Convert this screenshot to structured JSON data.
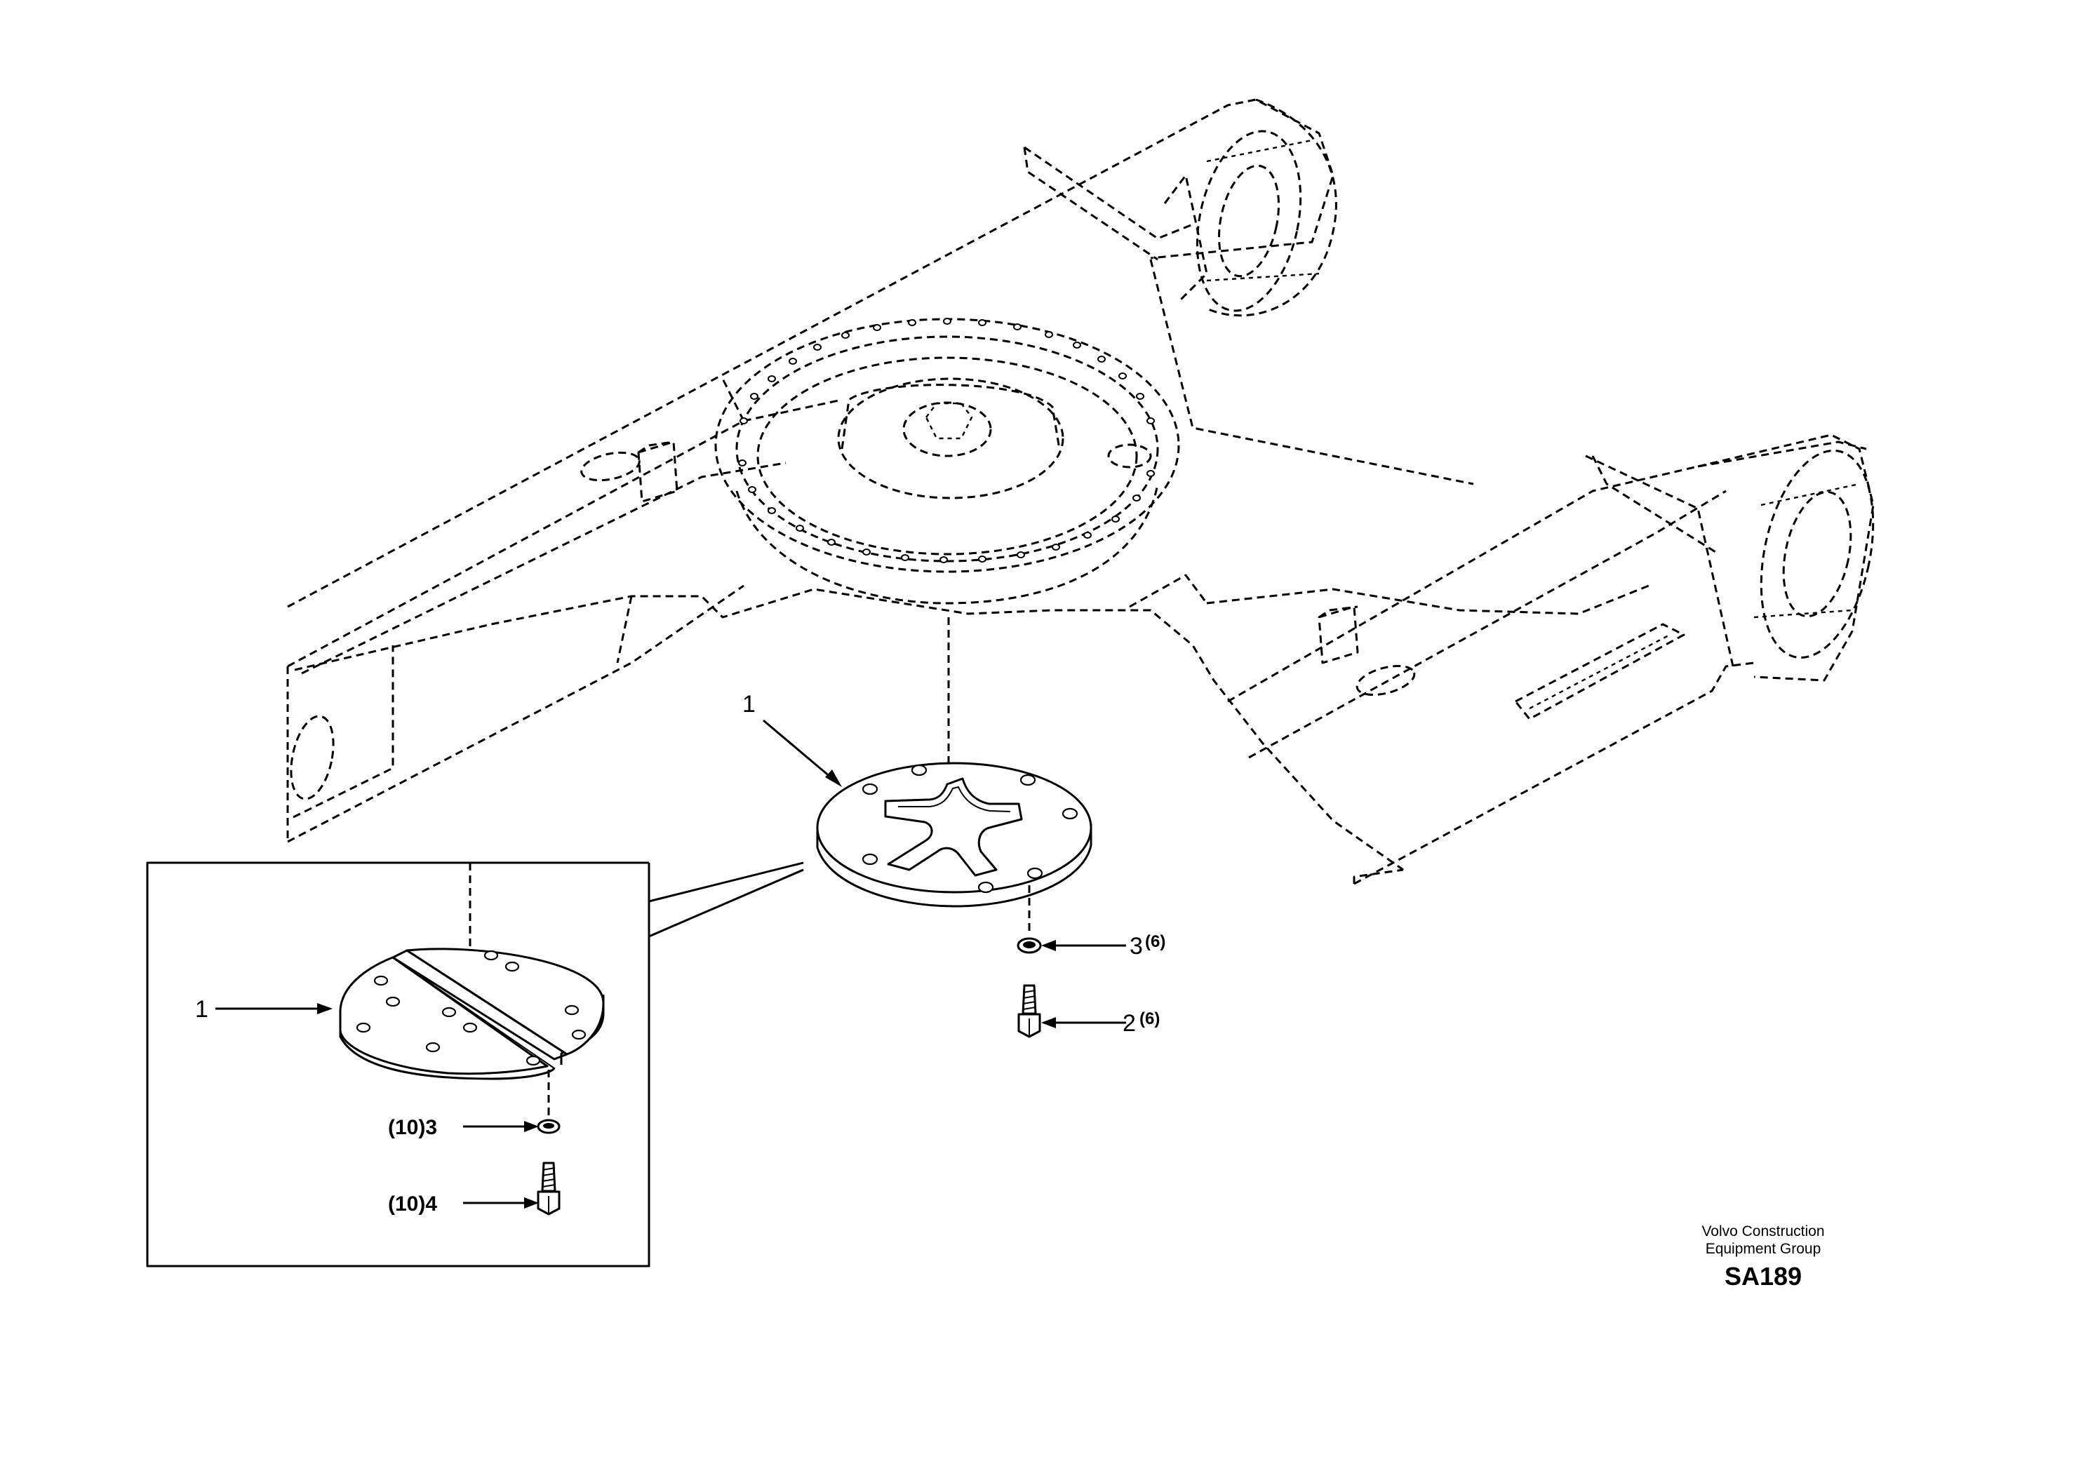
{
  "callouts": {
    "main_plate": "1",
    "washer": "3",
    "washer_qty": "(6)",
    "bolt": "2",
    "bolt_qty": "(6)",
    "inset_plate": "1",
    "inset_washer": "(10)3",
    "inset_bolt": "(10)4"
  },
  "footer": {
    "company_line1": "Volvo Construction",
    "company_line2": "Equipment Group",
    "figure_code": "SA189"
  }
}
